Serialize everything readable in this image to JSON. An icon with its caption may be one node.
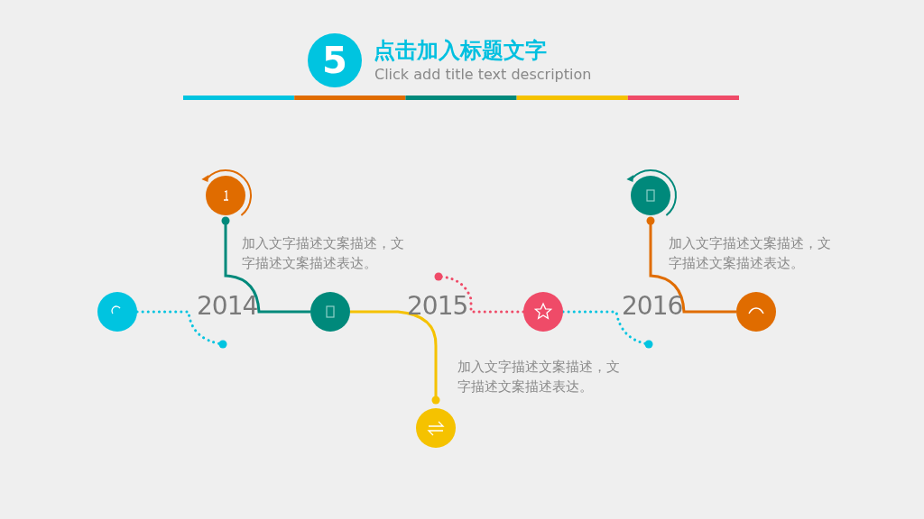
{
  "diagram": {
    "title": "点击加入标题文字",
    "caption": "Click add title text description",
    "nodes": [
      {
        "text": [
          "5"
        ]
      },
      {
        "text": [],
        "shape": "circle"
      },
      {
        "text": [],
        "shape": "circle"
      },
      {
        "text": [],
        "shape": "circle"
      },
      {
        "text": [],
        "shape": "circle"
      },
      {
        "text": [],
        "shape": "circle"
      },
      {
        "text": [],
        "shape": "circle"
      },
      {
        "text": [],
        "shape": "circle"
      }
    ],
    "edges": [
      {
        "from": 1,
        "to": null,
        "arrow": "other",
        "style": "dashed",
        "color": "#00c4e0"
      },
      {
        "from": 3,
        "to": 2,
        "arrow": "other",
        "color": "#00897b"
      },
      {
        "from": 3,
        "to": 4,
        "arrow": "other",
        "color": "#f5c200"
      },
      {
        "from": 5,
        "to": null,
        "arrow": "other",
        "style": "dashed",
        "color": "#ef4b68"
      },
      {
        "from": 5,
        "to": null,
        "arrow": "other",
        "style": "dashed",
        "color": "#00c4e0"
      },
      {
        "from": 7,
        "to": 6,
        "arrow": "other",
        "color": "#e06c00"
      }
    ],
    "labels": [
      "加入文字描述文案描述，文字描述文案描述表达。",
      "加入文字描述文案描述，文字描述文案描述表达。",
      "2014",
      "2015",
      "2016",
      "加入文字描述文案描述，文字描述文案描述表达。"
    ]
  }
}
